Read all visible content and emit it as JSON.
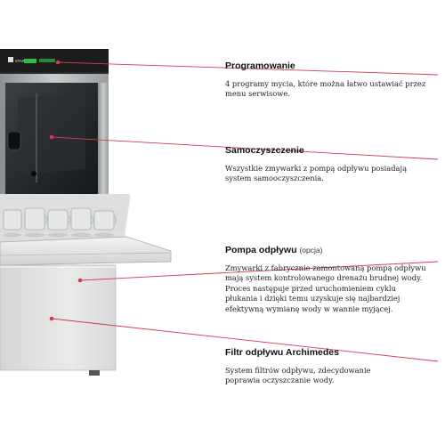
{
  "panel": {
    "start_label": "START",
    "indicator_color": "#2bbf3a"
  },
  "colors": {
    "leader": "#d23c4b",
    "dot": "#d23c4b"
  },
  "features": [
    {
      "title": "Programowanie",
      "note": "",
      "desc_lines": [
        "4 programy mycia, które można łatwo ustawiać przez",
        "menu serwisowe."
      ]
    },
    {
      "title": "Samoczyszczenie",
      "note": "",
      "desc_lines": [
        "Wszystkie zmywarki z pompą odpływu posiadają",
        "system samooczyszczenia."
      ]
    },
    {
      "title": "Pompa odpływu",
      "note": "(opcja)",
      "desc_lines": [
        "Zmywarki z fabrycznie zamontowaną pompą odpływu",
        "mają system kontrolowanego drenażu brudnej wody.",
        "Proces następuje przed uruchomieniem cyklu",
        "płukania i dzięki temu uzyskuje się najbardziej",
        "efektywną wymianę wody w wannie myjącej."
      ]
    },
    {
      "title": "Filtr odpływu Archimedes",
      "note": "",
      "desc_lines": [
        "System filtrów odpływu, zdecydowanie",
        "poprawia oczyszczanie wody."
      ]
    }
  ]
}
